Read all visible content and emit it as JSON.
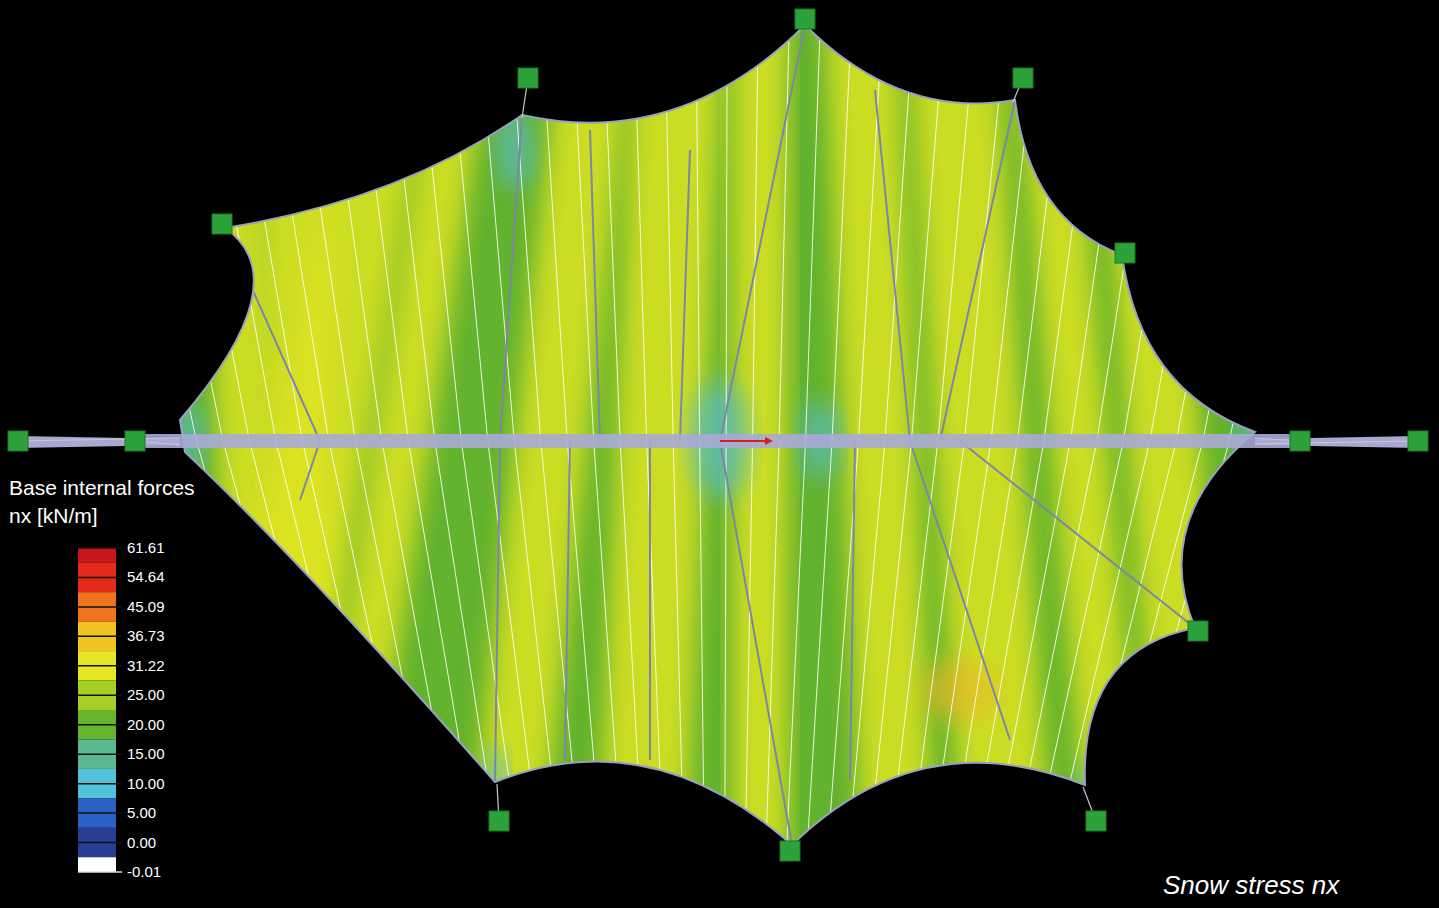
{
  "diagram": {
    "caption": "Snow stress nx",
    "labels": [
      "Base internal forces",
      "nx [kN/m]"
    ],
    "legend": [
      {
        "text": "61.61",
        "color": "#c8161c"
      },
      {
        "text": "54.64",
        "color": "#e42a1a"
      },
      {
        "text": "45.09",
        "color": "#f0741e"
      },
      {
        "text": "36.73",
        "color": "#f0c224"
      },
      {
        "text": "31.22",
        "color": "#e6e626"
      },
      {
        "text": "25.00",
        "color": "#a6cf26"
      },
      {
        "text": "20.00",
        "color": "#66b42e"
      },
      {
        "text": "15.00",
        "color": "#5cb88e"
      },
      {
        "text": "10.00",
        "color": "#52c2da"
      },
      {
        "text": "5.00",
        "color": "#2a62c4"
      },
      {
        "text": "0.00",
        "color": "#283c92"
      },
      {
        "text": "-0.01",
        "color": "#ffffff"
      }
    ]
  }
}
